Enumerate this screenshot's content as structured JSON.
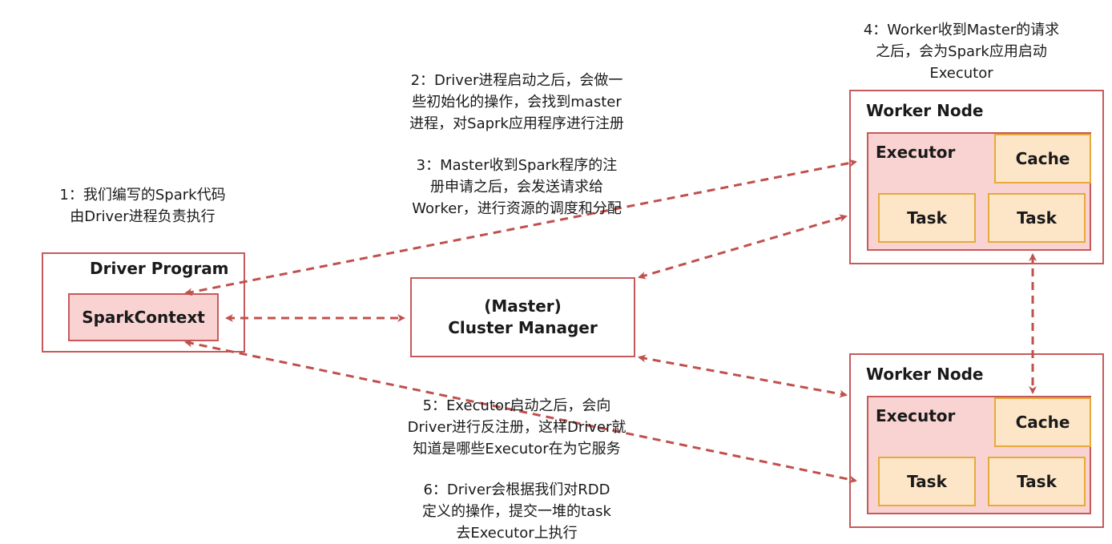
{
  "driver": {
    "title": "Driver Program",
    "context": "SparkContext"
  },
  "master": {
    "line1": "(Master)",
    "line2": "Cluster Manager"
  },
  "workers": [
    {
      "title": "Worker Node",
      "executor": "Executor",
      "cache": "Cache",
      "task1": "Task",
      "task2": "Task"
    },
    {
      "title": "Worker Node",
      "executor": "Executor",
      "cache": "Cache",
      "task1": "Task",
      "task2": "Task"
    }
  ],
  "notes": {
    "n1": [
      "1：我们编写的Spark代码",
      "由Driver进程负责执行"
    ],
    "n2": [
      "2：Driver进程启动之后，会做一",
      "些初始化的操作，会找到master",
      "进程，对Saprk应用程序进行注册"
    ],
    "n3": [
      "3：Master收到Spark程序的注",
      "册申请之后，会发送请求给",
      "Worker，进行资源的调度和分配"
    ],
    "n4": [
      "4：Worker收到Master的请求",
      "之后，会为Spark应用启动",
      "Executor"
    ],
    "n5": [
      "5：Executor启动之后，会向",
      "Driver进行反注册，这样Driver就",
      "知道是哪些Executor在为它服务"
    ],
    "n6": [
      "6：Driver会根据我们对RDD",
      "定义的操作，提交一堆的task",
      "去Executor上执行"
    ]
  },
  "colors": {
    "arrow": "#c0504d",
    "box_border": "#c8595b",
    "box_fill": "#f8d3d1",
    "sub_border": "#e6aa3a",
    "sub_fill": "#fde6c8"
  }
}
